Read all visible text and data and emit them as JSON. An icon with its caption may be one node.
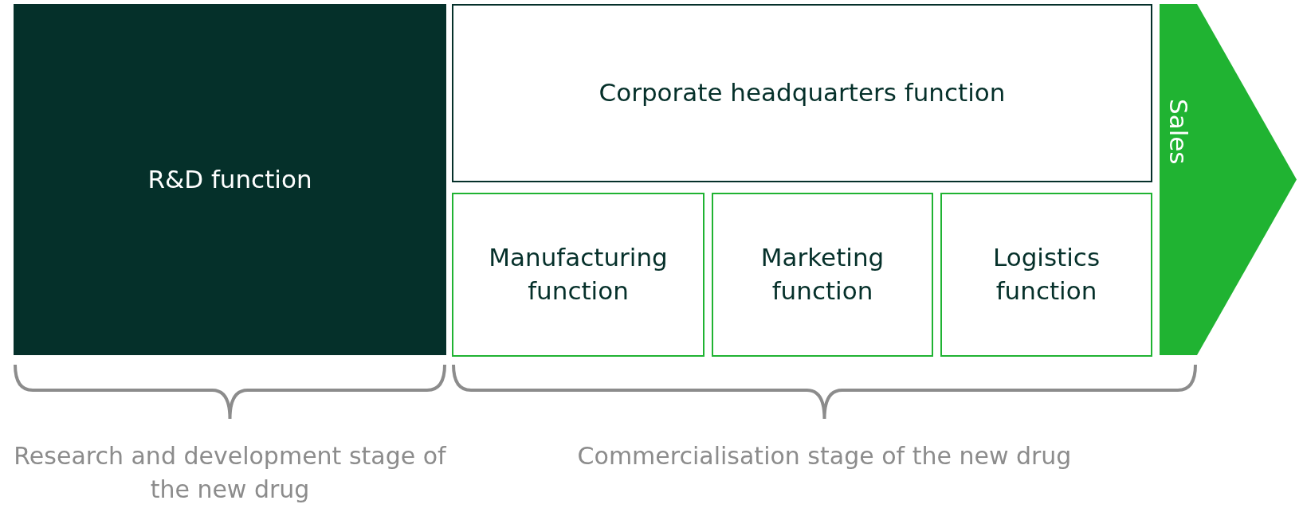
{
  "diagram": {
    "nodes": [
      {
        "text": [
          "R&D function"
        ]
      },
      {
        "text": [
          "Corporate headquarters function"
        ]
      },
      {
        "text": [
          "Manufacturing function"
        ]
      },
      {
        "text": [
          "Marketing function"
        ]
      },
      {
        "text": [
          "Logistics function"
        ]
      },
      {
        "text": [
          "Sales"
        ]
      }
    ],
    "labels": [
      "Research and development stage of the new drug",
      "Commercialisation stage of the new drug"
    ]
  }
}
